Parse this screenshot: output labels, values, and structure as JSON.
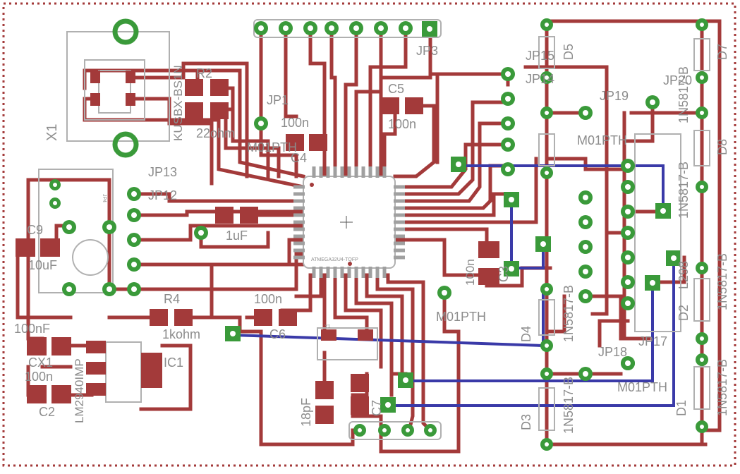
{
  "board": {
    "colors": {
      "trace_top": "#a33a3a",
      "trace_bottom": "#3a3aa8",
      "pad": "#3a9a3a",
      "silkscreen": "#8c8c8c",
      "border": "#a33a3a"
    },
    "labels": {
      "x1": "X1",
      "kusb": "KUSBX-BS1N",
      "r2": "R2",
      "r2val": "22ohm",
      "jp1": "JP1",
      "jp1val": "100n",
      "m01a": "M01PTH",
      "c4": "C4",
      "c5": "C5",
      "c5val": "100n",
      "jp3": "JP3",
      "jp13": "JP13",
      "jp12": "JP12",
      "c9": "C9",
      "c9val": "10uF",
      "c1val": "1uF",
      "ic1": "IC1",
      "lm": "LM2940IMP",
      "cx1val": "100nF",
      "cx1": "CX1",
      "c2val": "100n",
      "c2": "C2",
      "r4": "R4",
      "r4val": "1kohm",
      "c6val": "100n",
      "c6": "C6",
      "c8val": "18pF",
      "c7": "C7",
      "chip": "ATMEGA32U4-TQFP",
      "jp19": "JP19",
      "jp18": "JP18",
      "jp17": "JP17",
      "m01b": "M01PTH",
      "m01c": "M01PTH",
      "m01d": "M01PTH",
      "d3": "D3",
      "d4": "D4",
      "d5": "D5",
      "d7": "D7",
      "d8": "D8",
      "d1": "D1",
      "d2": "D2",
      "l298": "L298",
      "diode": "1N5817-B",
      "jp20": "JP20",
      "jp14": "JP14",
      "jp15": "JP15",
      "c3": "C3",
      "c3val": "100n",
      "y1": "Y1",
      "jp4": "JP4"
    }
  }
}
